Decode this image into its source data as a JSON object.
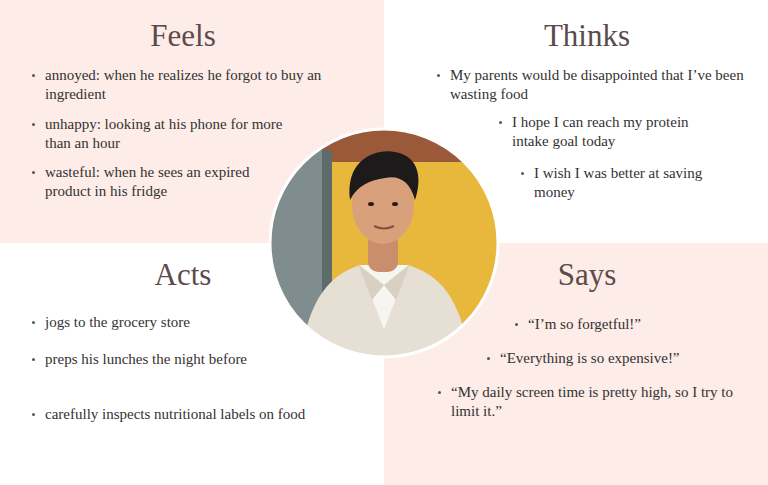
{
  "diagram": {
    "nodes": [
      {
        "text": [
          "Feels",
          "annoyed: when he realizes he forgot to buy an ingredient",
          "unhappy: looking at his phone for more than an hour",
          "wasteful: when he sees an expired product in his fridge"
        ]
      },
      {
        "text": [
          "Thinks",
          "My parents would be disappointed that I’ve been wasting food",
          "I hope I can reach my protein intake goal today",
          "I wish I was better at saving money"
        ]
      },
      {
        "text": [
          "Acts",
          "jogs to the grocery store",
          "preps his lunches the night before",
          "carefully inspects nutritional labels on food"
        ]
      },
      {
        "text": [
          "Says",
          "“I’m so forgetful!”",
          "“Everything is so expensive!”",
          "“My daily screen time is pretty high, so I try to limit it.”"
        ]
      }
    ]
  }
}
